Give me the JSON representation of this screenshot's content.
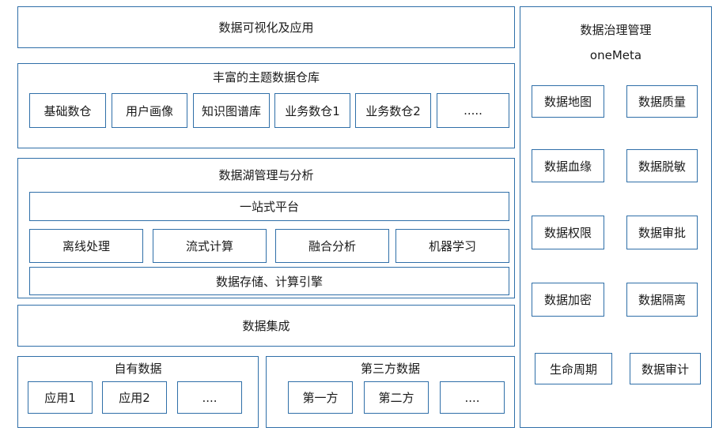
{
  "top": {
    "title": "数据可视化及应用"
  },
  "warehouse": {
    "title": "丰富的主题数据仓库",
    "items": [
      "基础数仓",
      "用户画像",
      "知识图谱库",
      "业务数仓1",
      "业务数仓2",
      "....."
    ]
  },
  "lake": {
    "title": "数据湖管理与分析",
    "platform": "一站式平台",
    "items": [
      "离线处理",
      "流式计算",
      "融合分析",
      "机器学习"
    ],
    "storage": "数据存储、计算引擎"
  },
  "integration": {
    "title": "数据集成"
  },
  "own_data": {
    "title": "自有数据",
    "items": [
      "应用1",
      "应用2",
      "...."
    ]
  },
  "third_party": {
    "title": "第三方数据",
    "items": [
      "第一方",
      "第二方",
      "...."
    ]
  },
  "governance": {
    "title": "数据治理管理",
    "subtitle": "oneMeta",
    "items": [
      "数据地图",
      "数据质量",
      "数据血缘",
      "数据脱敏",
      "数据权限",
      "数据审批",
      "数据加密",
      "数据隔离",
      "生命周期",
      "数据审计"
    ]
  },
  "colors": {
    "border": "#2f6fa8",
    "background": "#ffffff",
    "text": "#1a1a1a"
  }
}
